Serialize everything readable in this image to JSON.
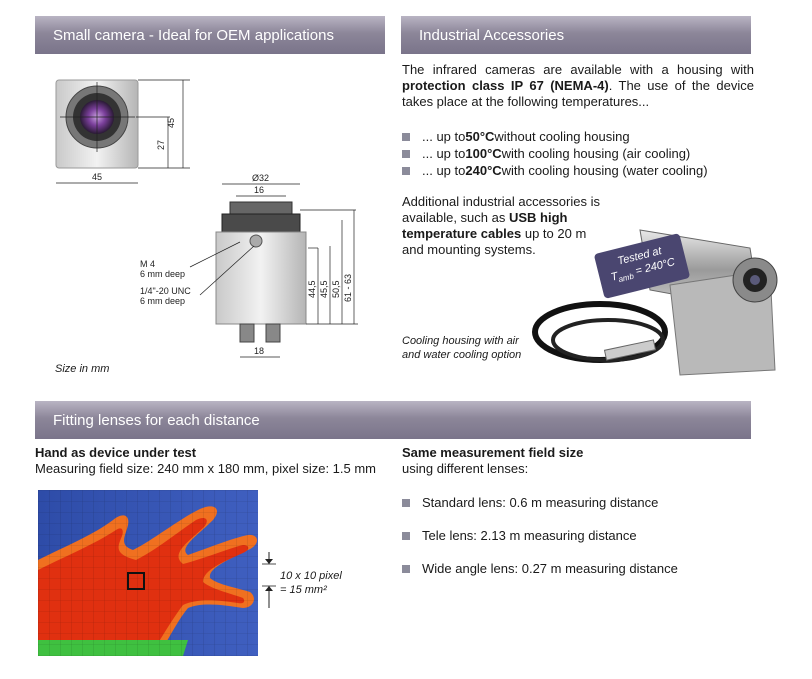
{
  "sections": {
    "small_camera": {
      "title": "Small camera - Ideal for OEM applications"
    },
    "industrial": {
      "title": "Industrial Accessories"
    },
    "lenses": {
      "title": "Fitting lenses for each distance"
    }
  },
  "camera_drawing": {
    "dims": {
      "w45": "45",
      "h45": "45",
      "h27": "27",
      "d32": "Ø32",
      "d16": "16",
      "d18": "18",
      "v445": "44,5",
      "v455": "45,5",
      "v505": "50,5",
      "v6163": "61 - 63"
    },
    "m4_label": "M 4",
    "m4_sub": "6 mm deep",
    "unc_label": "1/4\"-20 UNC",
    "unc_sub": "6 mm deep",
    "size_note": "Size in mm"
  },
  "industrial": {
    "intro_pre": "The infrared cameras are available with a housing with ",
    "intro_bold": "protection class IP 67 (NEMA-4)",
    "intro_post": ". The use of the device takes place at the following temperatures...",
    "temps": [
      {
        "pre": "... up to ",
        "bold": "50°C",
        "post": " without cooling housing"
      },
      {
        "pre": "... up to ",
        "bold": "100°C",
        "post": " with cooling housing (air cooling)"
      },
      {
        "pre": "... up to ",
        "bold": "240°C",
        "post": " with cooling housing (water cooling)"
      }
    ],
    "acc_pre": "Additional industrial accessories is available, such as ",
    "acc_bold": "USB high temperature cables",
    "acc_post": " up to 20 m and mounting systems.",
    "badge_line1": "Tested at",
    "badge_t": "T",
    "badge_sub": "amb",
    "badge_val": " = 240°C",
    "caption": "Cooling housing with air and water cooling option"
  },
  "lenses": {
    "left_heading": "Hand as device under test",
    "left_sub": "Measuring field size: 240 mm x 180 mm, pixel size: 1.5 mm",
    "pixel_note_1": "10 x 10 pixel",
    "pixel_note_2": "= 15 mm²",
    "right_heading": "Same measurement field size",
    "right_sub": "using different lenses:",
    "items": [
      "Standard lens: 0.6 m measuring distance",
      "Tele lens: 2.13 m measuring distance",
      "Wide angle lens: 0.27 m measuring distance"
    ]
  },
  "colors": {
    "bar": "#8c8699",
    "bullet": "#8b8b9a",
    "badge": "#4a4670"
  }
}
